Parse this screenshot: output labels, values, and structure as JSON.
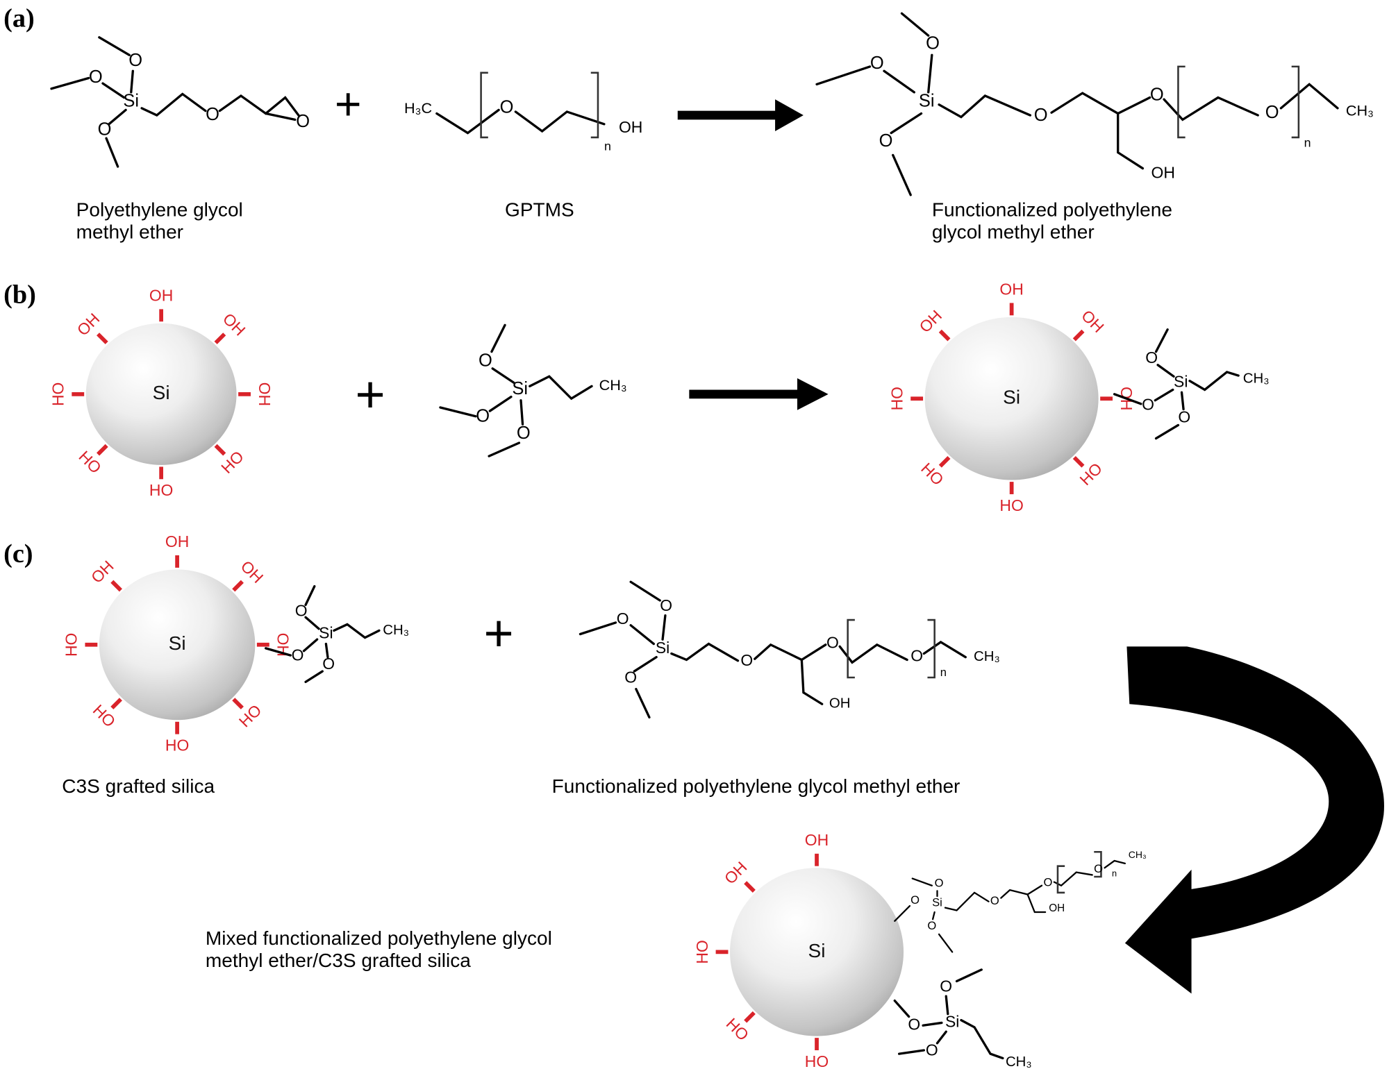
{
  "panels": {
    "a": {
      "label": "(a)",
      "reactant1_caption": [
        "Polyethylene glycol",
        "methyl ether"
      ],
      "reactant2_caption": "GPTMS",
      "product_caption": [
        "Functionalized polyethylene",
        "glycol methyl ether"
      ]
    },
    "b": {
      "label": "(b)"
    },
    "c": {
      "label": "(c)",
      "reactant1_caption": "C3S grafted silica",
      "reactant2_caption": "Functionalized polyethylene glycol methyl ether",
      "product_caption": [
        "Mixed functionalized polyethylene glycol",
        "methyl ether/C3S grafted silica"
      ]
    }
  },
  "atoms": {
    "O": "O",
    "Si": "Si",
    "OH": "OH",
    "HO": "HO",
    "n": "n",
    "CH3": "CH₃",
    "H3C": "H₃C",
    "plus": "+"
  },
  "colors": {
    "hydroxyl": "#d9232a",
    "bond": "#000000",
    "particle": "#e8e8e8"
  }
}
